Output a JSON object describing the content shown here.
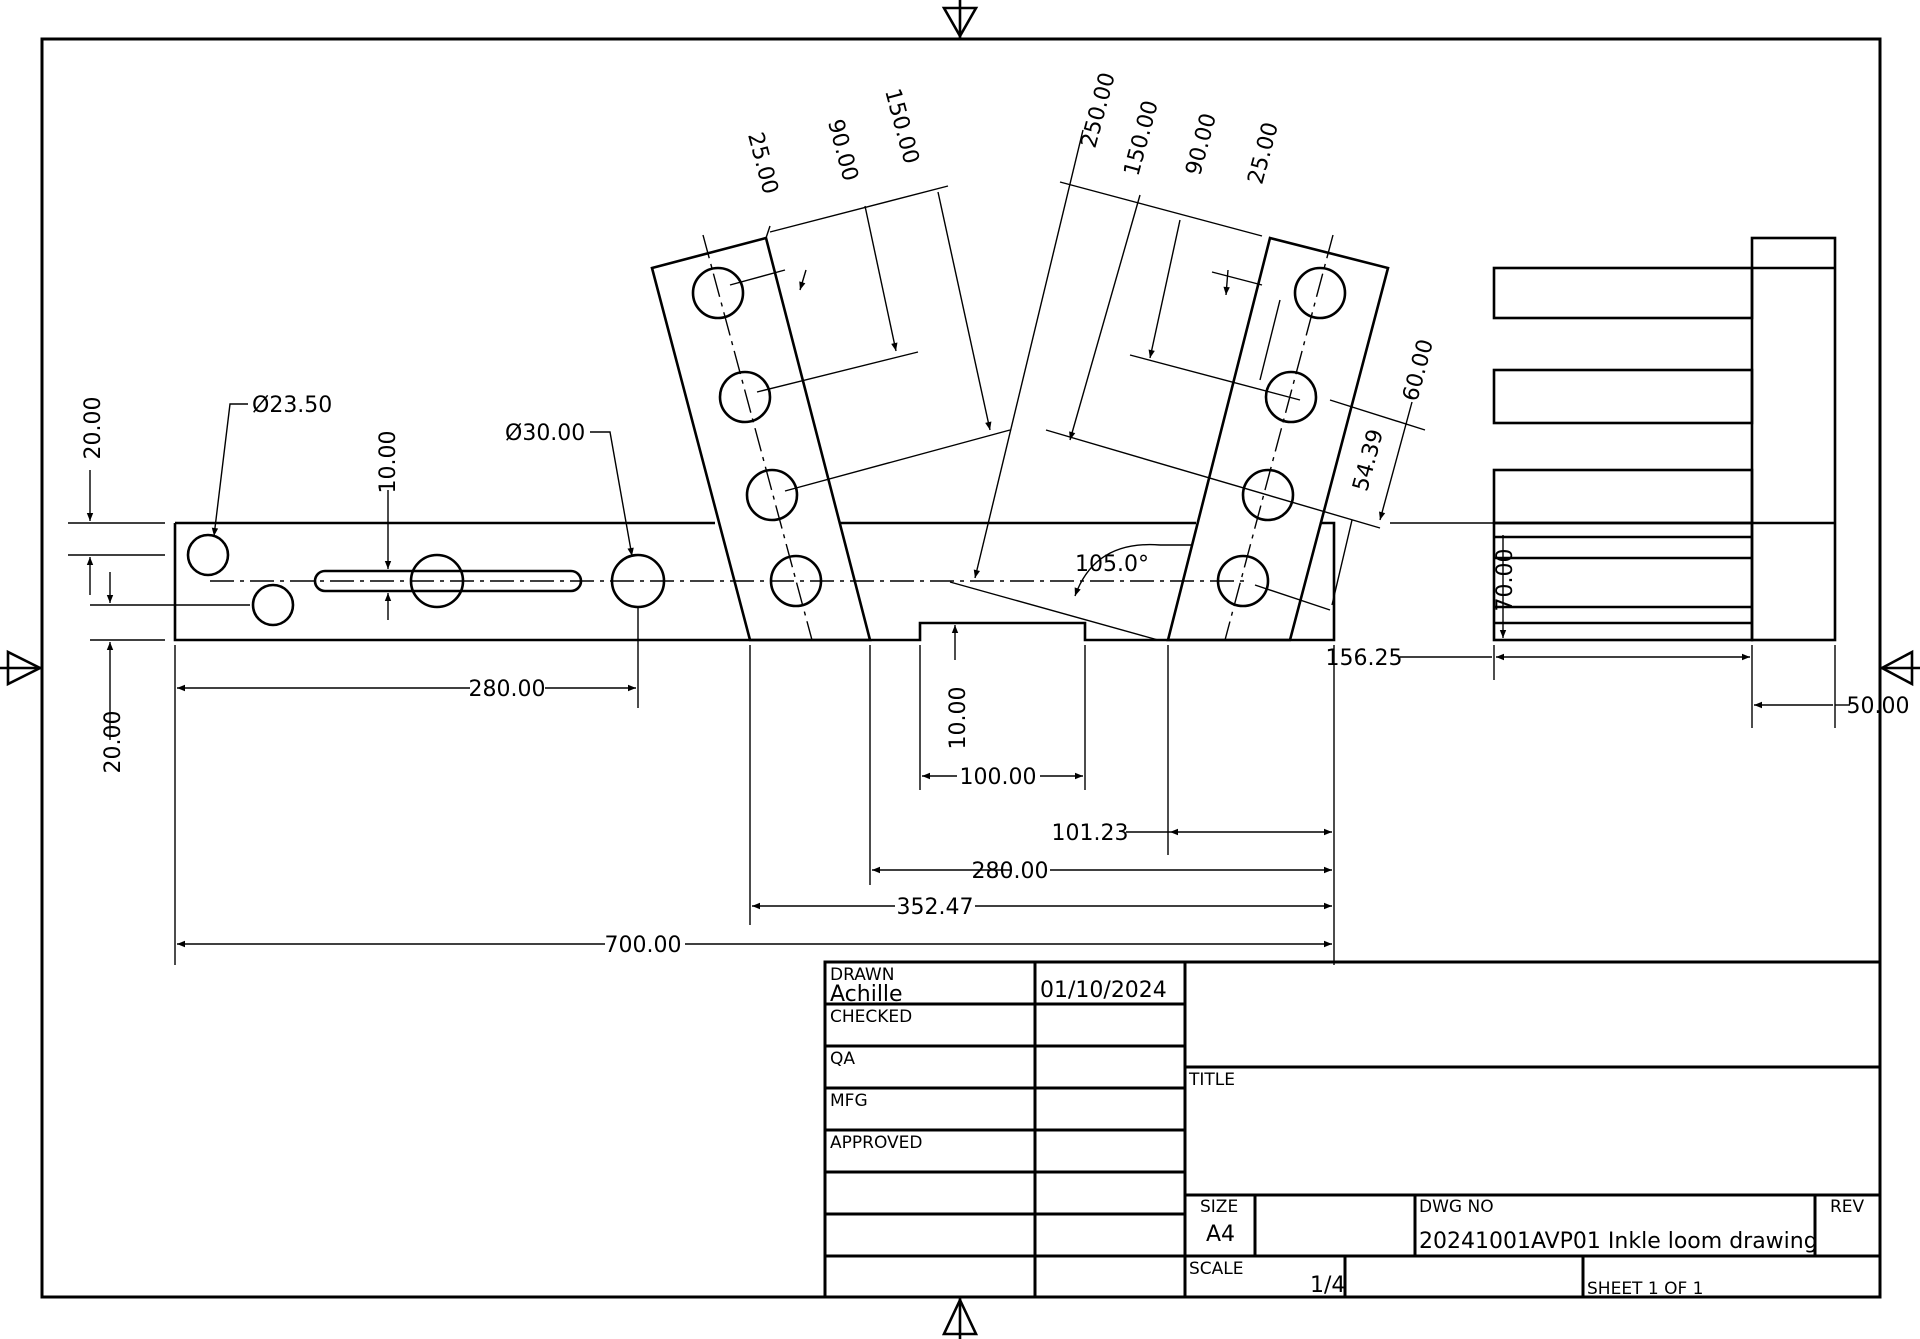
{
  "dimensions": {
    "left_offset_top": "20.00",
    "left_offset_bottom": "20.00",
    "hole_dia_small": "Ø23.50",
    "hole_dia_large": "Ø30.00",
    "slot_width": "10.00",
    "hole_spacing": "280.00",
    "arm_left_25": "25.00",
    "arm_left_90": "90.00",
    "arm_left_150": "150.00",
    "arm_right_250": "250.00",
    "arm_right_150": "150.00",
    "arm_right_90": "90.00",
    "arm_right_25": "25.00",
    "arm_right_60": "60.00",
    "arm_right_5439": "54.39",
    "angle": "105.0°",
    "notch_depth": "10.00",
    "notch_width": "100.00",
    "dist_101": "101.23",
    "dist_280": "280.00",
    "dist_352": "352.47",
    "overall_length": "700.00",
    "side_height": "70.00",
    "side_width": "156.25",
    "side_post": "50.00"
  },
  "title_block": {
    "drawn_label": "DRAWN",
    "drawn_name": "Achille",
    "drawn_date": "01/10/2024",
    "checked_label": "CHECKED",
    "qa_label": "QA",
    "mfg_label": "MFG",
    "approved_label": "APPROVED",
    "title_label": "TITLE",
    "size_label": "SIZE",
    "size_value": "A4",
    "dwg_no_label": "DWG NO",
    "dwg_no_value": "20241001AVP01 Inkle loom drawing",
    "rev_label": "REV",
    "scale_label": "SCALE",
    "scale_value": "1/4",
    "sheet_label": "SHEET 1  OF 1"
  }
}
